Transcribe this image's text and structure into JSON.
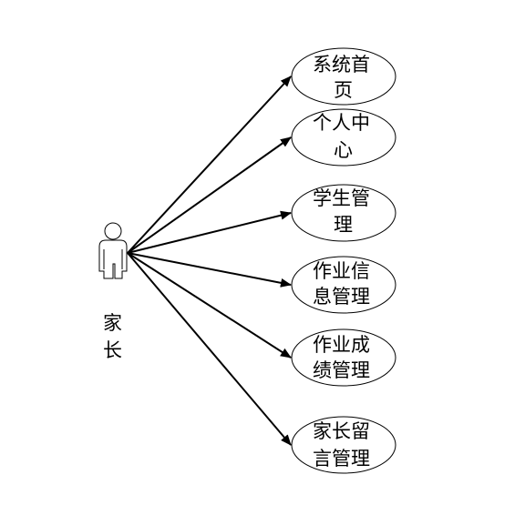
{
  "actor": {
    "name_line1": "家",
    "name_line2": "长"
  },
  "use_cases": [
    {
      "line1": "系统首",
      "line2": "页"
    },
    {
      "line1": "个人中",
      "line2": "心"
    },
    {
      "line1": "学生管",
      "line2": "理"
    },
    {
      "line1": "作业信",
      "line2": "息管理"
    },
    {
      "line1": "作业成",
      "line2": "绩管理"
    },
    {
      "line1": "家长留",
      "line2": "言管理"
    }
  ],
  "colors": {
    "stroke": "#000000",
    "background": "#ffffff"
  }
}
